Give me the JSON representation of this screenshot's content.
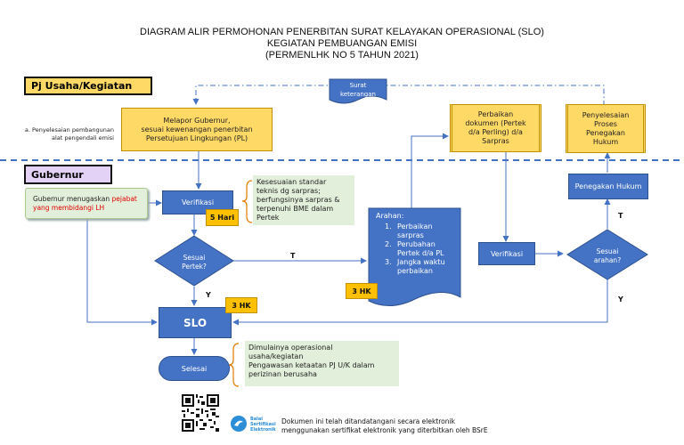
{
  "title": {
    "line1": "DIAGRAM ALIR PERMOHONAN PENERBITAN SURAT KELAYAKAN OPERASIONAL (SLO)",
    "line2": "KEGIATAN PEMBUANGAN EMISI",
    "line3": "(PERMENLHK NO 5 TAHUN 2021)"
  },
  "lanes": {
    "pj": "Pj Usaha/Kegiatan",
    "gubernur": "Gubernur"
  },
  "nodes": {
    "surat_keterangan": {
      "line1": "Surat",
      "line2": "keterangan"
    },
    "melapor": {
      "line1": "Melapor Gubernur,",
      "line2": "sesuai kewenangan penerbitan",
      "line3": "Persetujuan Lingkungan (PL)"
    },
    "side_label": {
      "line1": "a. Penyelesaian pembangunan",
      "line2": "alat pengendali emisi"
    },
    "perbaikan_dokumen": {
      "line1": "Perbaikan",
      "line2": "dokumen (Pertek",
      "line3": "d/a Perling) d/a",
      "line4": "Sarpras"
    },
    "penyelesaian_hukum": {
      "line1": "Penyelesaian",
      "line2": "Proses",
      "line3": "Penegakan",
      "line4": "Hukum"
    },
    "gubernur_menugaskan": {
      "part1": "Gubernur menugaskan ",
      "part2": "pejabat",
      "part3": "yang membidangi LH"
    },
    "verifikasi_1": "Verifikasi",
    "lima_hari": "5 Hari",
    "kesesuaian": {
      "line1": "Kesesuaian standar",
      "line2": "teknis dg sarpras;",
      "line3": "berfungsinya sarpras &",
      "line4": "terpenuhi BME dalam",
      "line5": "Pertek"
    },
    "sesuai_pertek": {
      "line1": "Sesuai",
      "line2": "Pertek?"
    },
    "label_t_1": "T",
    "label_y_1": "Y",
    "arahan": {
      "heading": "Arahan:",
      "items": [
        {
          "num": "1.",
          "line1": "Perbaikan",
          "line2": "sarpras"
        },
        {
          "num": "2.",
          "line1": "Perubahan",
          "line2": "Pertek d/a PL"
        },
        {
          "num": "3.",
          "line1": "Jangka waktu",
          "line2": "perbaikan"
        }
      ]
    },
    "tiga_hk_1": "3 HK",
    "verifikasi_2": "Verifikasi",
    "sesuai_arahan": {
      "line1": "Sesuai",
      "line2": "arahan?"
    },
    "label_t_2": "T",
    "label_y_2": "Y",
    "penegakan_hukum": "Penegakan Hukum",
    "slo": "SLO",
    "tiga_hk_2": "3 HK",
    "selesai": "Selesai",
    "dimulainya": {
      "line1": "Dimulainya operasional",
      "line2": "usaha/kegiatan",
      "line3": "Pengawasan ketaatan PJ U/K dalam",
      "line4": "perizinan berusaha"
    }
  },
  "footer": {
    "bsre_line1": "Balai",
    "bsre_line2": "Sertifikasi",
    "bsre_line3": "Elektronik",
    "text1": "Dokumen ini telah ditandatangani secara elektronik",
    "text2": "menggunakan sertifikat elektronik yang diterbitkan oleh BSrE"
  },
  "colors": {
    "yellow": "#ffd966",
    "blue": "#4472c4",
    "orange": "#ffc000",
    "green_note": "#e2efda",
    "lane_pj": "#ffd966",
    "lane_gubernur": "#e4d2f6",
    "red_text": "#e00000",
    "arrow": "#4472c4"
  }
}
